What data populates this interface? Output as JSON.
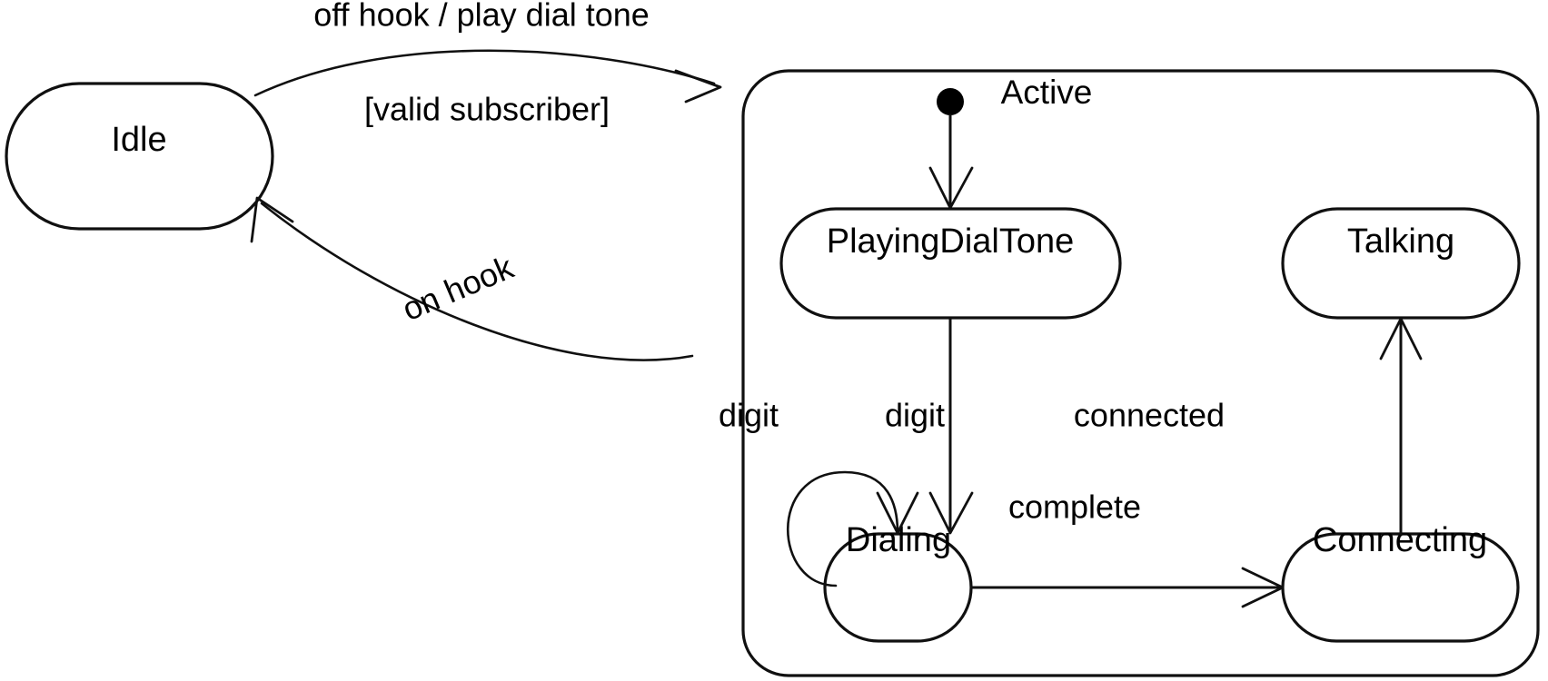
{
  "diagram": {
    "kind": "uml-state-machine",
    "title": "Telephone call state machine",
    "background_color": "#ffffff",
    "stroke_color": "#101010"
  },
  "states": {
    "idle": {
      "label": "Idle"
    },
    "active": {
      "label": "Active"
    },
    "playing_dial_tone": {
      "label": "PlayingDialTone"
    },
    "dialing": {
      "label": "Dialing"
    },
    "connecting": {
      "label": "Connecting"
    },
    "talking": {
      "label": "Talking"
    }
  },
  "initial_pseudostate": {
    "name": "active-initial-state",
    "color": "#000000"
  },
  "transitions": {
    "idle_to_active_trigger": "off hook / play dial tone",
    "idle_to_active_guard": "[valid subscriber]",
    "active_to_idle": "on hook",
    "dialing_self": "digit",
    "playing_to_dialing": "digit",
    "dialing_to_connecting": "complete",
    "connecting_to_talking": "connected"
  }
}
